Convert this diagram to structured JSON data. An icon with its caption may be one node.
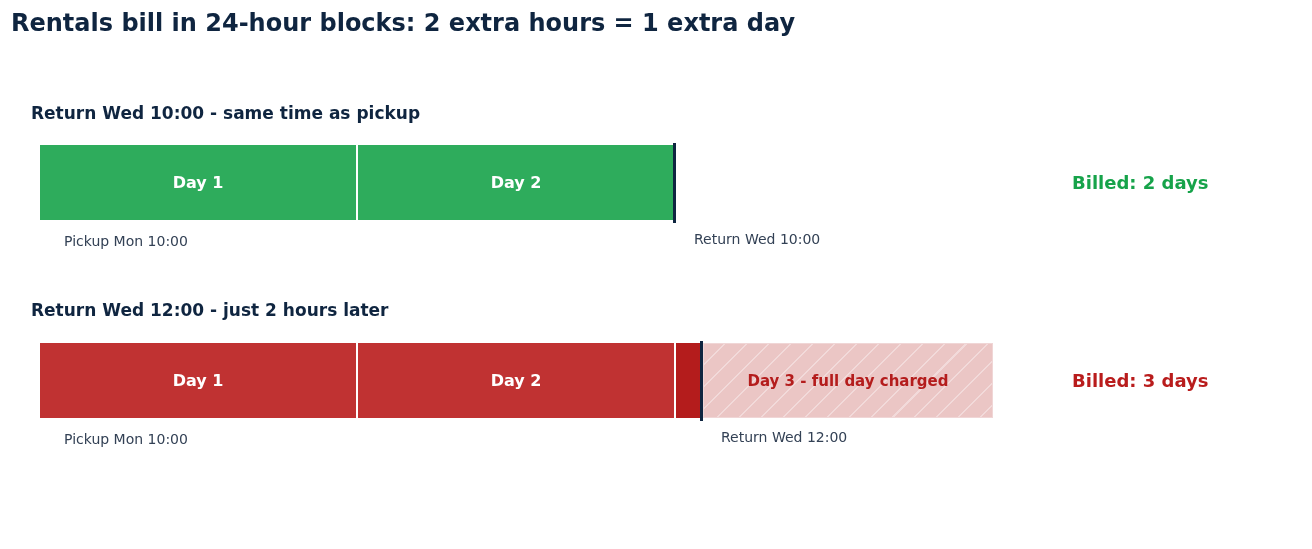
{
  "diagram": {
    "title": "Rentals bill in 24-hour blocks: 2 extra hours = 1 extra day",
    "nodes": [
      {
        "text": [
          "Day 1"
        ]
      },
      {
        "text": [
          "Day 2"
        ]
      },
      {
        "text": [
          "Day 1"
        ]
      },
      {
        "text": [
          "Day 2"
        ]
      },
      {
        "text": [],
        "shape": "bar"
      },
      {
        "text": [
          "Day 3 - full day charged"
        ]
      }
    ],
    "edges": [],
    "labels": [
      "Return Wed 10:00 - same time as pickup",
      "Billed: 2 days",
      "Pickup Mon 10:00",
      "Return Wed 10:00",
      "Return Wed 12:00 - just 2 hours later",
      "Billed: 3 days",
      "Pickup Mon 10:00",
      "Return Wed 12:00"
    ]
  }
}
